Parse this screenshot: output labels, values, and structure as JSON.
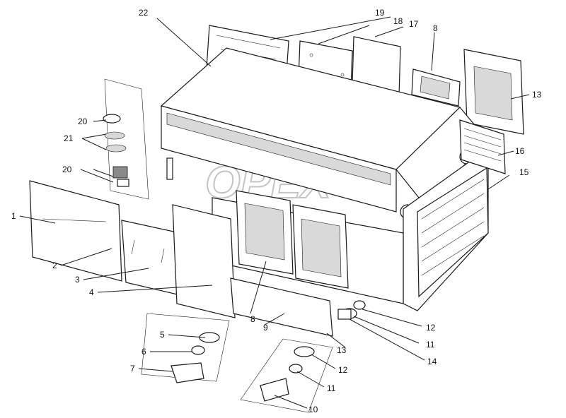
{
  "diagram": {
    "watermark_text": "OPEX",
    "callouts": [
      {
        "id": "c22",
        "text": "22"
      },
      {
        "id": "c19",
        "text": "19"
      },
      {
        "id": "c18",
        "text": "18"
      },
      {
        "id": "c17",
        "text": "17"
      },
      {
        "id": "c8a",
        "text": "8"
      },
      {
        "id": "c13a",
        "text": "13"
      },
      {
        "id": "c16",
        "text": "16"
      },
      {
        "id": "c15",
        "text": "15"
      },
      {
        "id": "c20a",
        "text": "20"
      },
      {
        "id": "c21",
        "text": "21"
      },
      {
        "id": "c20b",
        "text": "20"
      },
      {
        "id": "c1",
        "text": "1"
      },
      {
        "id": "c2",
        "text": "2"
      },
      {
        "id": "c3",
        "text": "3"
      },
      {
        "id": "c4",
        "text": "4"
      },
      {
        "id": "c5",
        "text": "5"
      },
      {
        "id": "c6",
        "text": "6"
      },
      {
        "id": "c7",
        "text": "7"
      },
      {
        "id": "c8b",
        "text": "8"
      },
      {
        "id": "c9",
        "text": "9"
      },
      {
        "id": "c13b",
        "text": "13"
      },
      {
        "id": "c12a",
        "text": "12"
      },
      {
        "id": "c11a",
        "text": "11"
      },
      {
        "id": "c14",
        "text": "14"
      },
      {
        "id": "c12b",
        "text": "12"
      },
      {
        "id": "c11b",
        "text": "11"
      },
      {
        "id": "c10",
        "text": "10"
      }
    ]
  }
}
